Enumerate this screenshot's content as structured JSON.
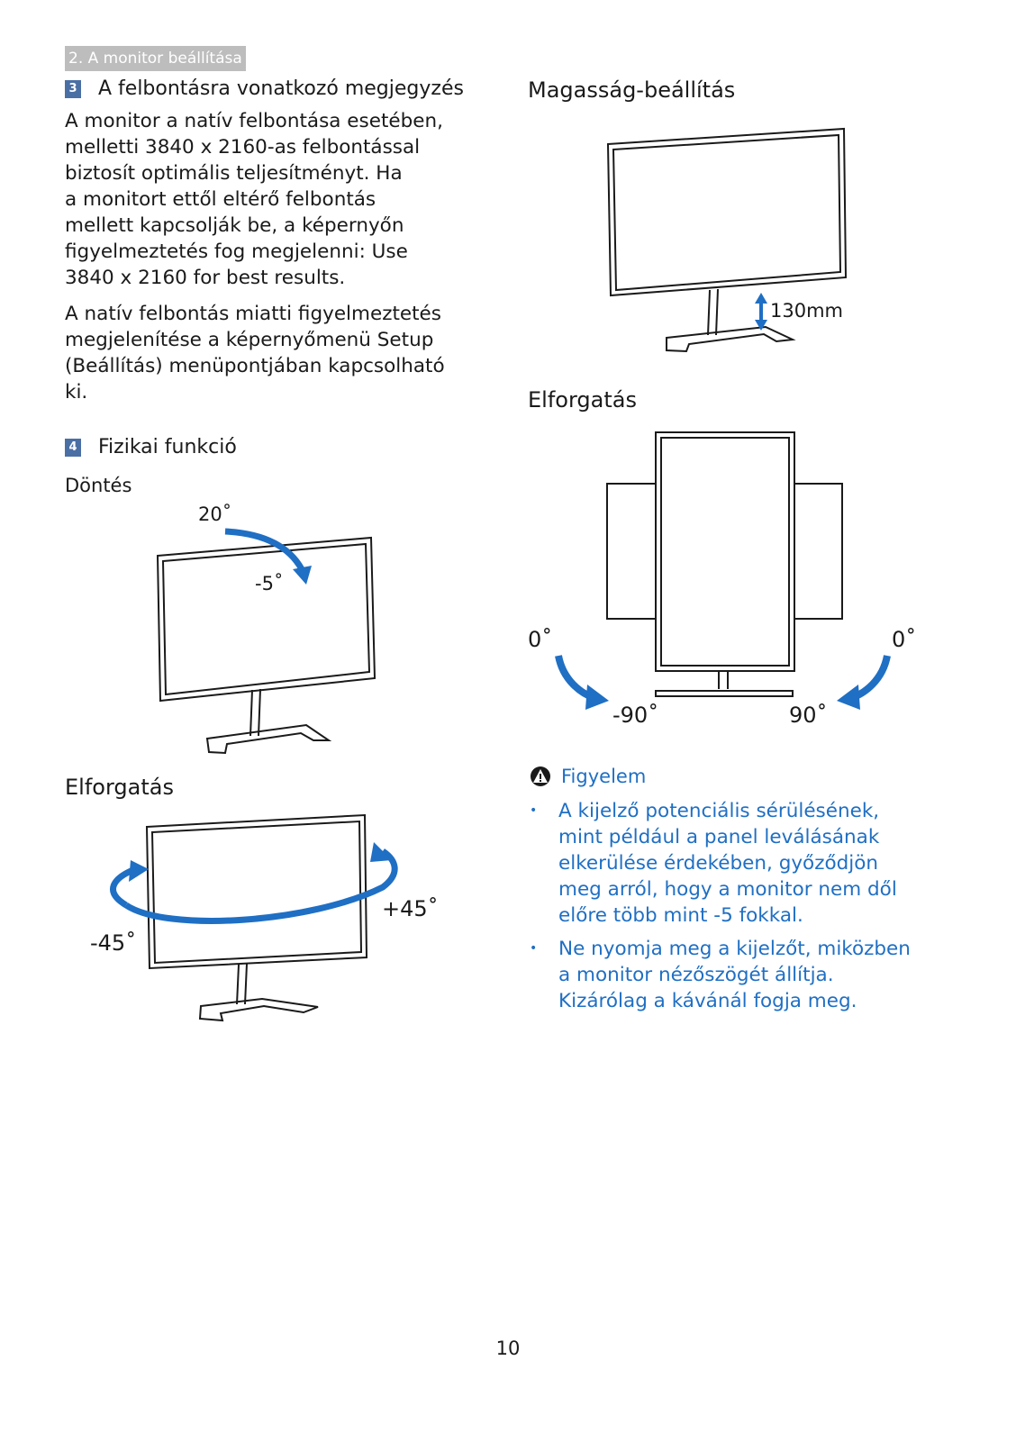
{
  "header": {
    "section": "2. A monitor beállítása"
  },
  "section3": {
    "number": "3",
    "title": "A felbontásra vonatkozó megjegyzés",
    "para1": [
      "A monitor a natív felbontása esetében,",
      "melletti 3840 x 2160-as felbontással",
      "biztosít optimális teljesítményt. Ha",
      "a monitort ettől eltérő felbontás",
      "mellett kapcsolják be, a képernyőn",
      "figyelmeztetés fog megjelenni: Use",
      "3840 x 2160 for best results."
    ],
    "para2": [
      "A natív felbontás miatti figyelmeztetés",
      "megjelenítése a képernyőmenü Setup",
      "(Beállítás) menüpontjában kapcsolható",
      "ki."
    ]
  },
  "section4": {
    "number": "4",
    "title": "Fizikai funkció",
    "tilt": {
      "label": "Döntés",
      "angle_up": "20˚",
      "angle_down": "-5˚"
    },
    "swivel": {
      "label": "Elforgatás",
      "angle_left": "-45˚",
      "angle_right": "+45˚"
    }
  },
  "height": {
    "label": "Magasság-beállítás",
    "value": "130mm"
  },
  "pivot": {
    "label": "Elforgatás",
    "left_start": "0˚",
    "right_start": "0˚",
    "left_end": "-90˚",
    "right_end": "90˚"
  },
  "caution": {
    "title": "Figyelem",
    "bullets": [
      [
        "A kijelző potenciális sérülésének,",
        "mint például a panel leválásának",
        "elkerülése érdekében, győződjön",
        "meg arról, hogy a monitor nem dől",
        "előre több mint -5 fokkal."
      ],
      [
        "Ne nyomja meg a kijelzőt, miközben",
        "a monitor nézőszögét állítja.",
        "Kizárólag a kávánál fogja meg."
      ]
    ]
  },
  "page_number": "10",
  "colors": {
    "accent": "#1f6fc4",
    "header_bg": "#bdbdbd",
    "badge": "#4a6fa5"
  }
}
